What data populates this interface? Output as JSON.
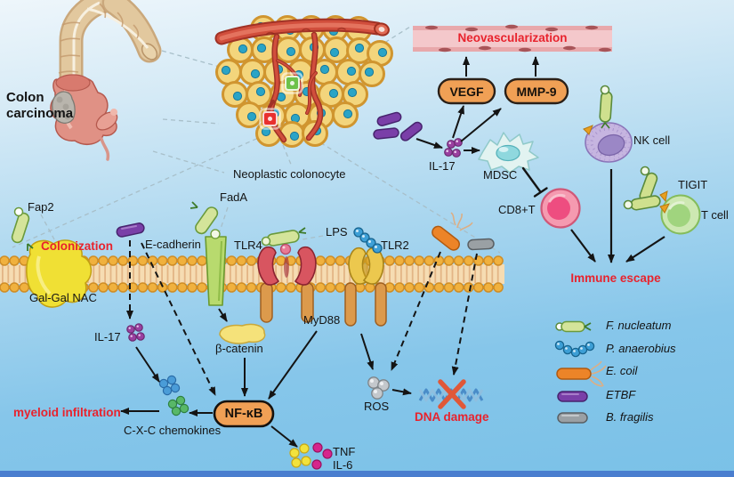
{
  "labels": {
    "colon_line1": "Colon",
    "colon_line2": "carcinoma",
    "neoplastic": "Neoplastic colonocyte",
    "neovascularization": "Neovascularization",
    "vegf": "VEGF",
    "mmp9": "MMP-9",
    "il17_top": "IL-17",
    "mdsc": "MDSC",
    "nk_cell": "NK cell",
    "tigit": "TIGIT",
    "t_cell": "T cell",
    "cd8t": "CD8+T",
    "immune_escape": "Immune escape",
    "fap2": "Fap2",
    "colonization": "Colonization",
    "gal_gal_nac": "Gal-Gal NAC",
    "e_cadherin": "E-cadherin",
    "fada": "FadA",
    "tlr4": "TLR4",
    "lps": "LPS",
    "tlr2": "TLR2",
    "myd88": "MyD88",
    "il17_lower": "IL-17",
    "beta_catenin": "β-catenin",
    "nfkb": "NF-κB",
    "cxc_chemokines": "C-X-C chemokines",
    "myeloid_infiltration": "myeloid infiltration",
    "ros": "ROS",
    "dna_damage": "DNA damage",
    "tnf": "TNF",
    "il6": "IL-6"
  },
  "legend": {
    "items": [
      {
        "label": "F. nucleatum"
      },
      {
        "label": "P. anaerobius"
      },
      {
        "label": "E. coil"
      },
      {
        "label": "ETBF"
      },
      {
        "label": "B. fragilis"
      }
    ]
  },
  "colors": {
    "red_label": "#e8232d",
    "orange_box_fill": "#f0a055",
    "banner_fill": "#f4c8cb",
    "membrane_bead": "#e8a835",
    "background_top": "#ecf5fb",
    "background_bottom": "#7ac1e7",
    "bottom_bar": "#4a7ecf"
  }
}
